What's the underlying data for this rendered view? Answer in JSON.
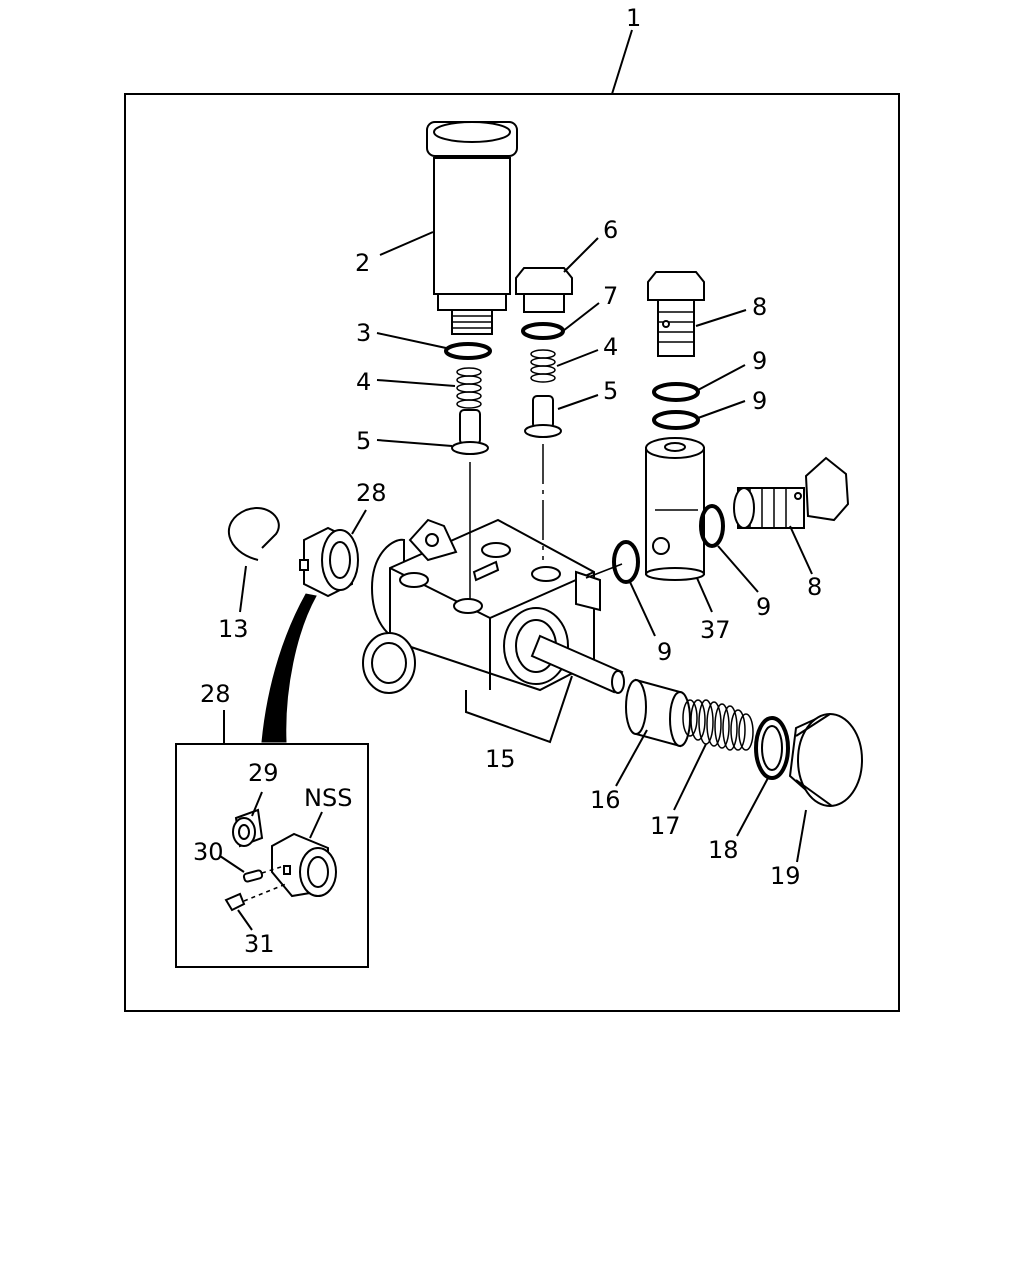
{
  "callouts": {
    "c1": "1",
    "c2": "2",
    "c3": "3",
    "c4a": "4",
    "c4b": "4",
    "c5a": "5",
    "c5b": "5",
    "c6": "6",
    "c7": "7",
    "c8a": "8",
    "c8b": "8",
    "c9a": "9",
    "c9b": "9",
    "c9c": "9",
    "c9d": "9",
    "c13": "13",
    "c15": "15",
    "c16": "16",
    "c17": "17",
    "c18": "18",
    "c19": "19",
    "c28a": "28",
    "c28b": "28",
    "c29": "29",
    "c30": "30",
    "c31": "31",
    "c37": "37",
    "nss": "NSS"
  }
}
